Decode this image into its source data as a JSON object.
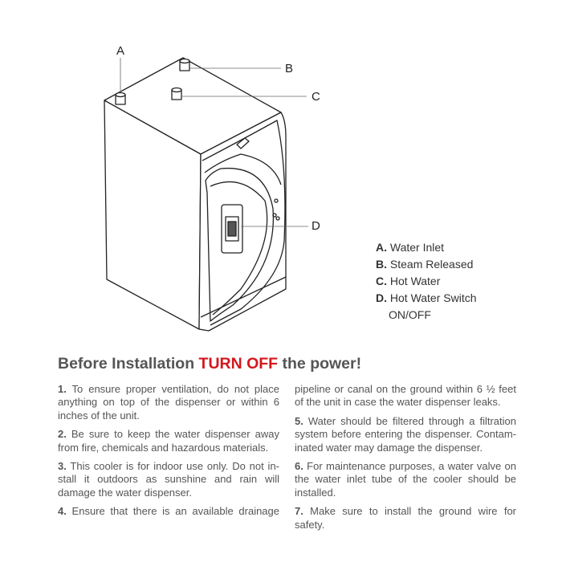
{
  "callouts": {
    "a": "A",
    "b": "B",
    "c": "C",
    "d": "D"
  },
  "legend": [
    {
      "key": "A.",
      "text": "Water Inlet"
    },
    {
      "key": "B.",
      "text": "Steam Released"
    },
    {
      "key": "C.",
      "text": "Hot Water"
    },
    {
      "key": "D.",
      "text": "Hot Water Switch",
      "extra": "ON/OFF"
    }
  ],
  "heading": {
    "pre": "Before Installation ",
    "warn": "TURN OFF",
    "post": " the power!"
  },
  "colors": {
    "warn": "#d3171e",
    "text": "#555555"
  },
  "instructions": {
    "col1": [
      {
        "num": "1.",
        "text": " To ensure proper ventilation, do not place anything on top of the dispenser or within 6 inches of the unit."
      },
      {
        "num": "2.",
        "text": " Be sure to keep the water dispenser away from fire, chemicals and hazardous  materials."
      },
      {
        "num": "3.",
        "text": " This cooler is for indoor use only. Do not in-stall it outdoors as sunshine and rain will damage the water dispenser."
      },
      {
        "num": "4.",
        "text": " Ensure that there is an available drainage"
      }
    ],
    "col1_cont": "pipeline or canal on the ground within 6 ½ feet of the unit in case the water dispenser leaks.",
    "col2": [
      {
        "num": "5.",
        "text": " Water should be filtered through a filtration system before entering the dispenser. Contam-inated water may damage the dispenser."
      },
      {
        "num": "6.",
        "text": " For maintenance purposes, a water valve on the water inlet tube of the cooler should be installed."
      },
      {
        "num": "7.",
        "text": " Make sure to install the ground wire for safety."
      }
    ]
  }
}
